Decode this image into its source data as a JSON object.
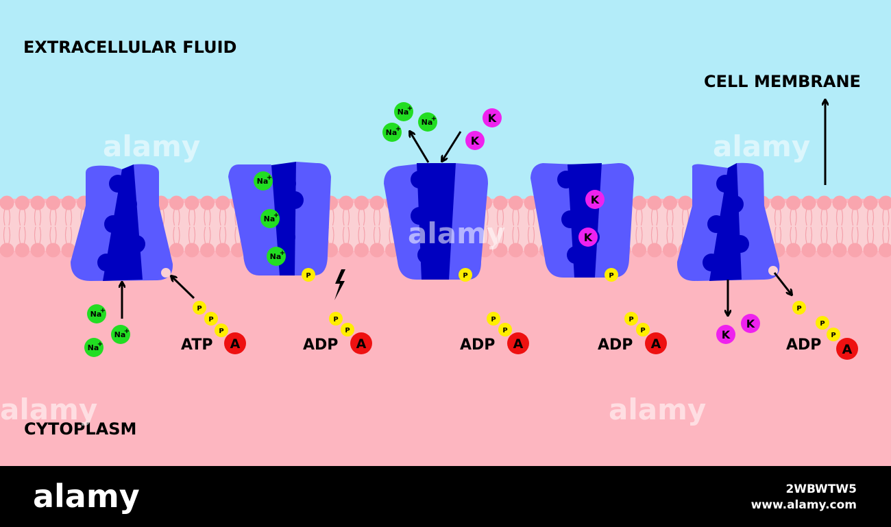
{
  "labels": {
    "extracellular": "EXTRACELLULAR FLUID",
    "membrane": "CELL MEMBRANE",
    "cytoplasm": "CYTOPLASM"
  },
  "ions": {
    "sodium": "Na",
    "sodium_charge": "+",
    "potassium": "K",
    "phosphate": "P",
    "adenosine": "A"
  },
  "molecules": {
    "atp": "ATP",
    "adp": "ADP"
  },
  "watermark": {
    "brand": "alamy",
    "image_id": "2WBWTW5",
    "site": "www.alamy.com"
  },
  "colors": {
    "extracellular": "#b3ecf9",
    "cytoplasm": "#fdb6c0",
    "lipid_head": "#f9a5ae",
    "lipid_tail": "#fbd0d4",
    "protein": "#5a5aff",
    "channel": "#0000c0",
    "sodium": "#22dd22",
    "potassium": "#ee22ee",
    "phosphate": "#ffee00",
    "adenosine": "#ee1111",
    "footer": "#000000"
  }
}
